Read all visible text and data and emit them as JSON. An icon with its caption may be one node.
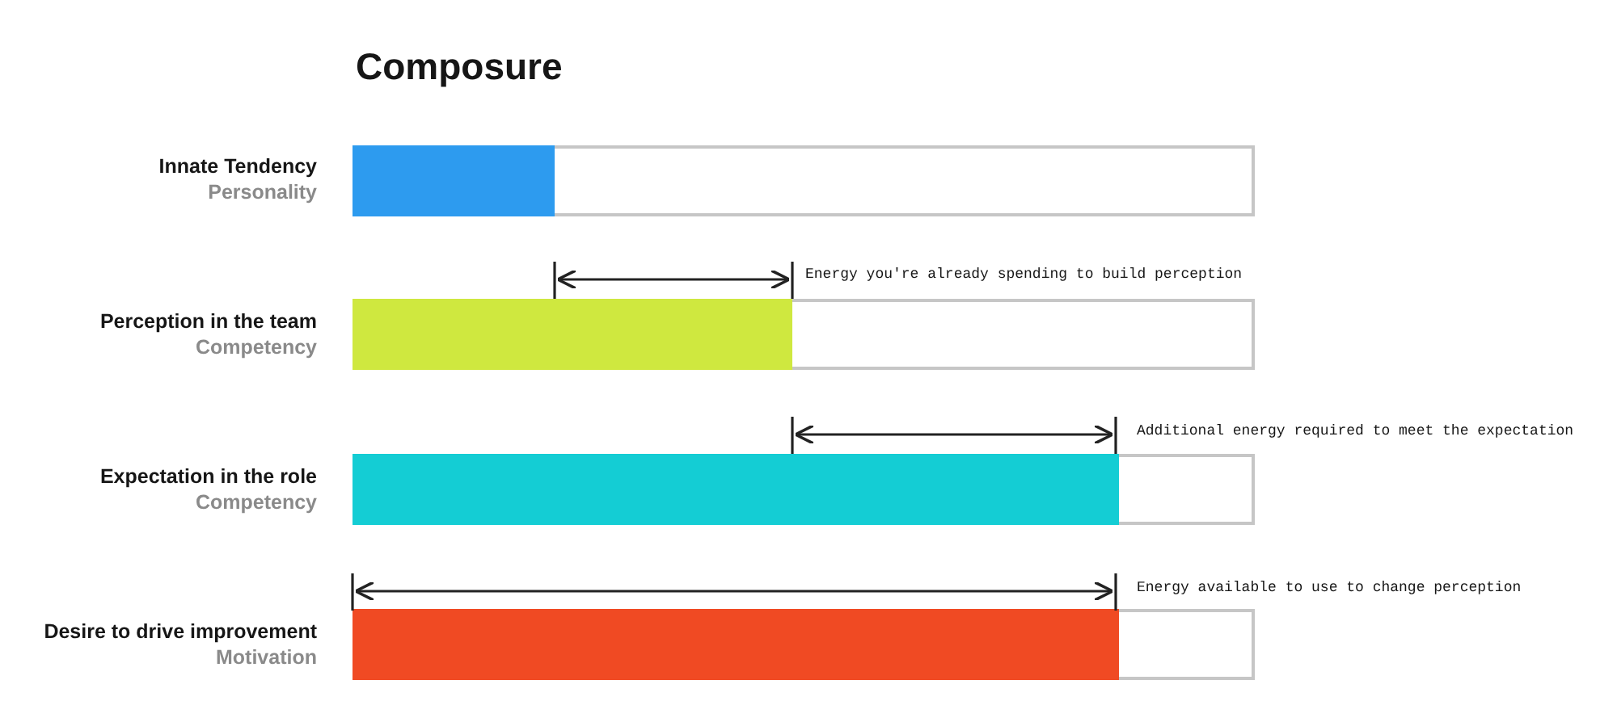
{
  "diagram": {
    "title": "Composure",
    "labels": [
      "Innate Tendency",
      "Personality",
      "Energy you're already spending to build perception",
      "Perception in the team",
      "Competency",
      "Additional energy required to meet the expectation",
      "Expectation in the role",
      "Competency",
      "Energy available to use to change perception",
      "Desire to drive improvement",
      "Motivation"
    ]
  }
}
